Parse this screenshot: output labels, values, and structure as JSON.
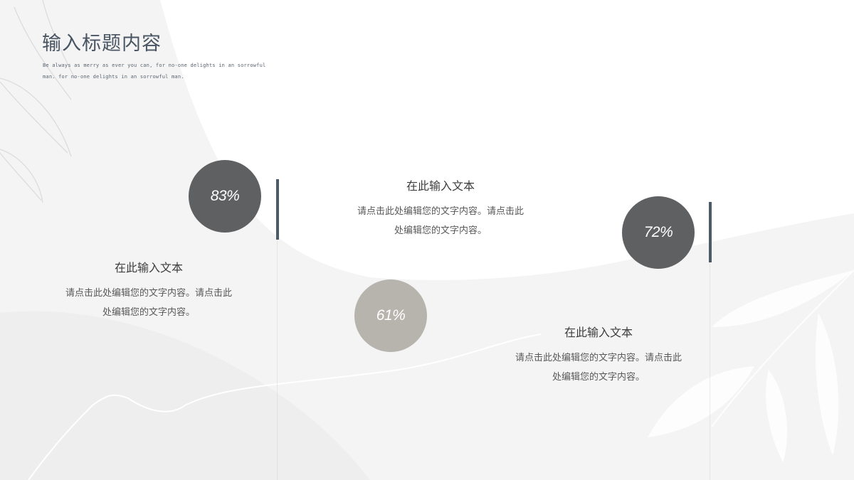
{
  "slide": {
    "title": "输入标题内容",
    "subtitle": "Be always as merry as ever you can, for no-one delights in an sorrowful man. for no-one delights in an sorrowful man."
  },
  "stats": [
    {
      "value": "83%",
      "color": "#5f6062"
    },
    {
      "value": "72%",
      "color": "#5f6062"
    },
    {
      "value": "61%",
      "color": "#b7b4ae"
    }
  ],
  "blocks": [
    {
      "heading": "在此输入文本",
      "body_line1": "请点击此处编辑您的文字内容。请点击此",
      "body_line2": "处编辑您的文字内容。"
    },
    {
      "heading": "在此输入文本",
      "body_line1": "请点击此处编辑您的文字内容。请点击此",
      "body_line2": "处编辑您的文字内容。"
    },
    {
      "heading": "在此输入文本",
      "body_line1": "请点击此处编辑您的文字内容。请点击此",
      "body_line2": "处编辑您的文字内容。"
    }
  ],
  "colors": {
    "accent_bar": "#4d5a6a",
    "title": "#4a5563",
    "circle_dark": "#5f6062",
    "circle_light": "#b7b4ae",
    "background_gray": "#f3f3f3"
  }
}
